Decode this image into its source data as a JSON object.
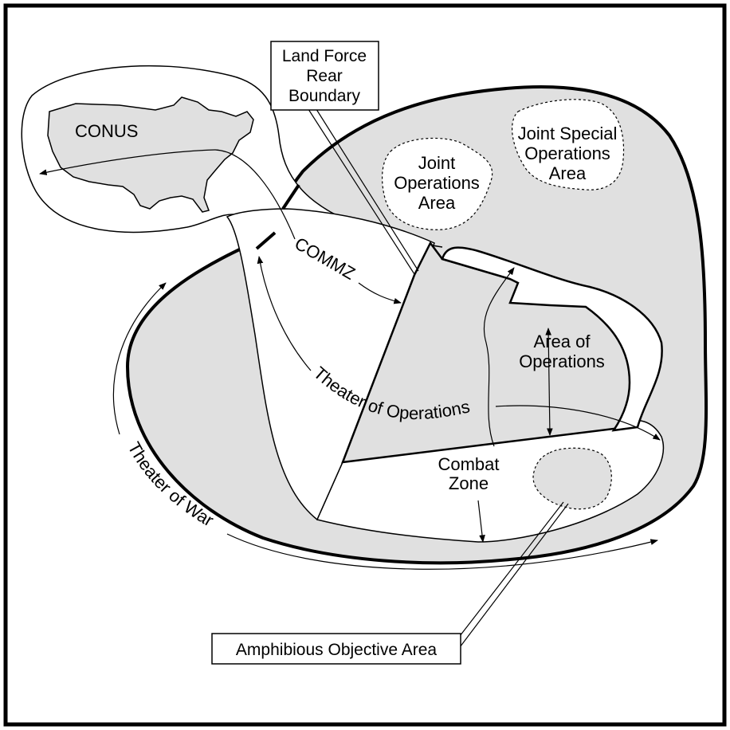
{
  "labels": {
    "conus": "CONUS",
    "land_force_rear_boundary": [
      "Land Force",
      "Rear",
      "Boundary"
    ],
    "joint_operations_area": [
      "Joint",
      "Operations",
      "Area"
    ],
    "joint_special_operations_area": [
      "Joint Special",
      "Operations",
      "Area"
    ],
    "commz": "COMMZ",
    "area_of_operations": [
      "Area of",
      "Operations"
    ],
    "theater_of_operations": "Theater of Operations",
    "combat_zone": [
      "Combat",
      "Zone"
    ],
    "theater_of_war": "Theater of War",
    "amphibious_objective_area": "Amphibious Objective Area"
  },
  "colors": {
    "fill_gray": "#e0e0e0",
    "stroke": "#000000",
    "background": "#ffffff"
  }
}
